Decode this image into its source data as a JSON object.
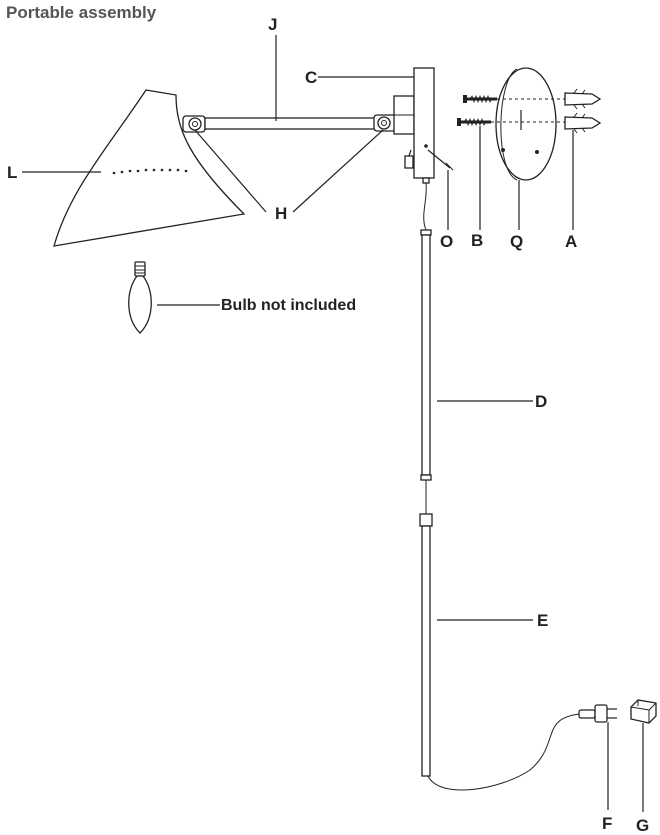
{
  "title": "Portable assembly",
  "labels": {
    "J": "J",
    "C": "C",
    "L": "L",
    "H": "H",
    "O": "O",
    "B": "B",
    "Q": "Q",
    "A": "A",
    "D": "D",
    "E": "E",
    "F": "F",
    "G": "G"
  },
  "bulb_note": "Bulb not included"
}
